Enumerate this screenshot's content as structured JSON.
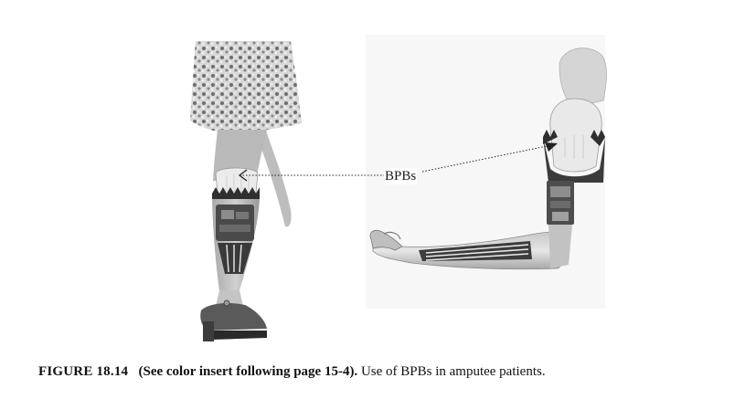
{
  "figure": {
    "callout_label": "BPBs",
    "caption": {
      "figure_number": "FIGURE 18.14",
      "insert_note": "(See color insert following page 15-4).",
      "text": "Use of BPBs in amputee patients."
    }
  },
  "colors": {
    "text": "#111111",
    "photo_gray": "#b5b5b5",
    "dark_gray": "#3a3a3a",
    "background": "#ffffff"
  },
  "icons": [
    "leg-prosthesis-image",
    "arm-prosthesis-image"
  ]
}
